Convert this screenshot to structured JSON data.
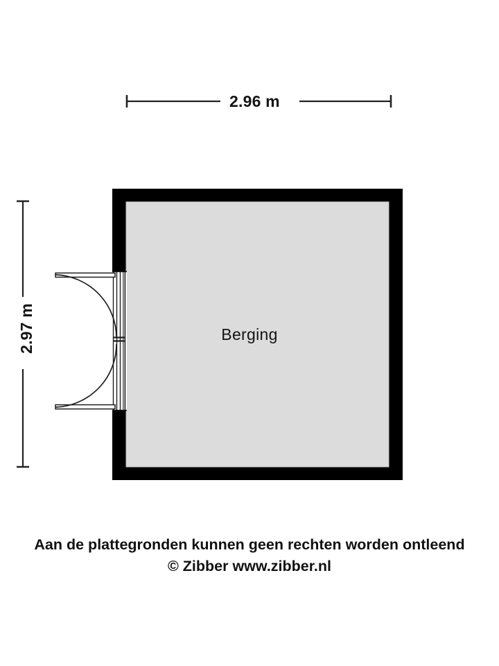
{
  "document": {
    "type": "floor-plan",
    "background_color": "#ffffff"
  },
  "dimensions": {
    "top": {
      "label": "2.96 m",
      "orientation": "horizontal",
      "unit": "m",
      "value": 2.96
    },
    "left": {
      "label": "2.97 m",
      "orientation": "vertical",
      "unit": "m",
      "value": 2.97
    }
  },
  "rooms": [
    {
      "name": "Berging",
      "fill_color": "#dcdcdc",
      "wall_color": "#000000"
    }
  ],
  "openings": [
    {
      "type": "double-door",
      "name": "double-door-left-wall",
      "wall": "left",
      "swing": "outward",
      "leaves": 2
    }
  ],
  "footer": {
    "line1": "Aan de plattegronden kunnen geen rechten worden ontleend",
    "line2": "© Zibber www.zibber.nl"
  },
  "colors": {
    "wall": "#000000",
    "floor": "#dcdcdc",
    "dimension_line": "#222222",
    "text": "#111111",
    "door_frame": "#8c8c8c"
  }
}
